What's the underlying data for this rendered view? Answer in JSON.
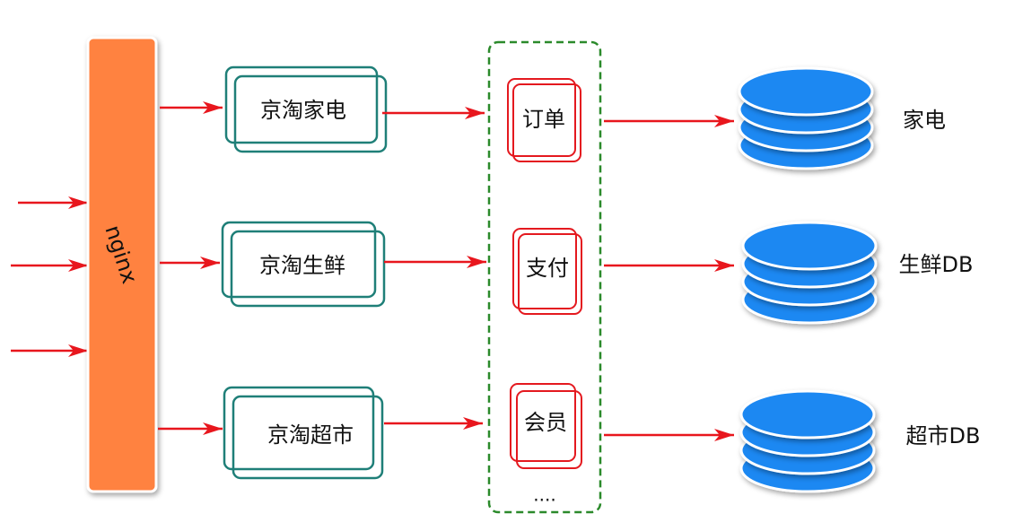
{
  "gateway": {
    "label": "nginx"
  },
  "apps": [
    {
      "label": "京淘家电"
    },
    {
      "label": "京淘生鲜"
    },
    {
      "label": "京淘超市"
    }
  ],
  "services": {
    "items": [
      {
        "label": "订单"
      },
      {
        "label": "支付"
      },
      {
        "label": "会员"
      }
    ],
    "more": "...."
  },
  "databases": [
    {
      "label": "家电"
    },
    {
      "label": "生鲜DB"
    },
    {
      "label": "超市DB"
    }
  ],
  "colors": {
    "gateway": "#ff8241",
    "app_border": "#1f7f78",
    "service_border": "#e4191f",
    "service_group_border": "#2b8a2b",
    "db": "#1e88f2",
    "arrow": "#e8161d"
  }
}
